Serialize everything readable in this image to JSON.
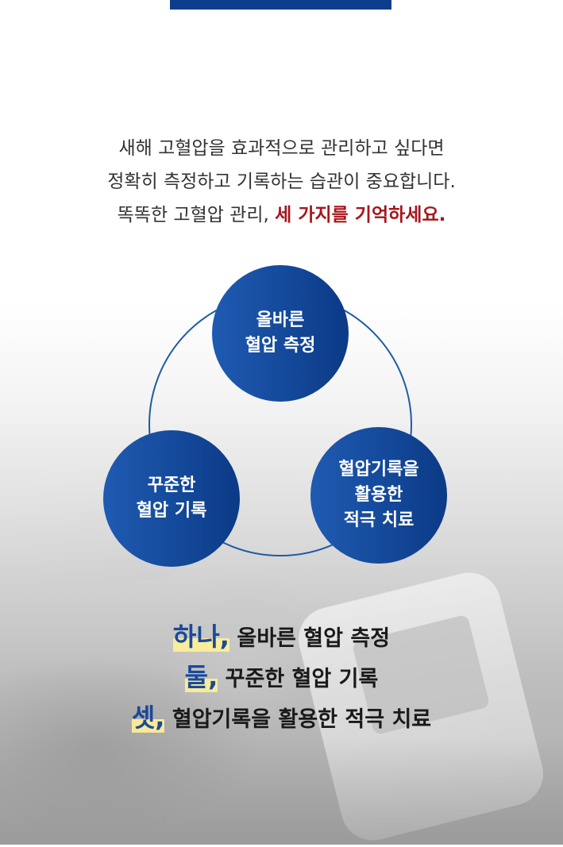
{
  "intro": {
    "line1": "새해 고혈압을 효과적으로 관리하고 싶다면",
    "line2": "정확히 측정하고 기록하는 습관이 중요합니다.",
    "line3_plain": "똑똑한 고혈압 관리, ",
    "line3_highlight": "세 가지를 기억하세요."
  },
  "circles": [
    {
      "line1": "올바른",
      "line2": "혈압 측정"
    },
    {
      "line1": "꾸준한",
      "line2": "혈압 기록"
    },
    {
      "line1": "혈압기록을",
      "line2": "활용한",
      "line3": "적극 치료"
    }
  ],
  "summary": [
    {
      "num": "하나,",
      "text": " 올바른 혈압 측정"
    },
    {
      "num": "둘,",
      "text": " 꾸준한 혈압 기록"
    },
    {
      "num": "셋,",
      "text": " 혈압기록을 활용한 적극 치료"
    }
  ],
  "colors": {
    "accent_blue": "#0c3e8c",
    "highlight_red": "#a6151b",
    "marker_yellow": "#fff096"
  }
}
